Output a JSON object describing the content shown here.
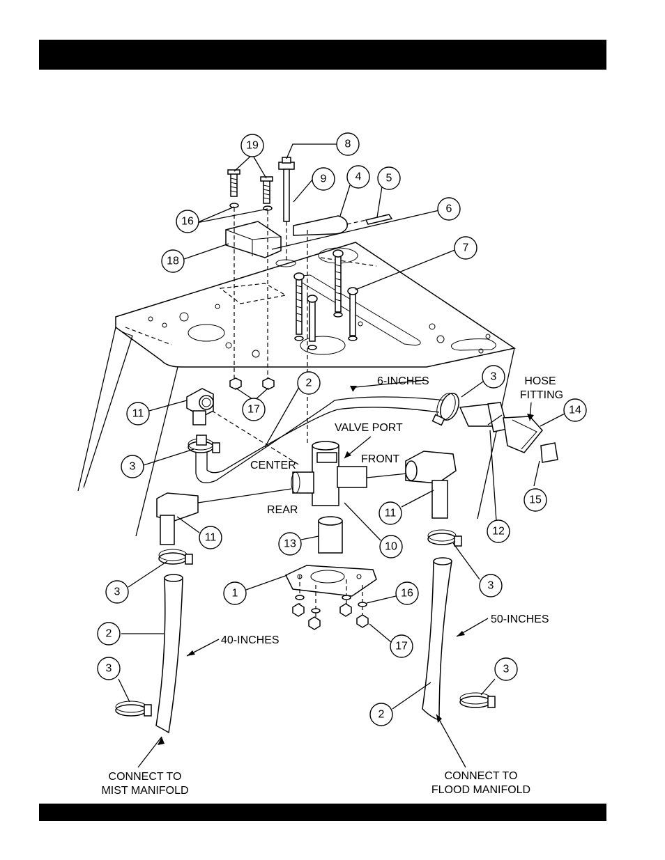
{
  "header": {
    "title": ""
  },
  "footer": {
    "text": ""
  },
  "labels": {
    "six_inches": "6-INCHES",
    "hose_fitting_1": "HOSE",
    "hose_fitting_2": "FITTING",
    "valve_port": "VALVE PORT",
    "center": "CENTER",
    "front": "FRONT",
    "rear": "REAR",
    "forty_inches": "40-INCHES",
    "fifty_inches": "50-INCHES",
    "mist_1": "CONNECT TO",
    "mist_2": "MIST MANIFOLD",
    "flood_1": "CONNECT TO",
    "flood_2": "FLOOD MANIFOLD"
  },
  "callouts": {
    "c19": "19",
    "c8": "8",
    "c9": "9",
    "c4": "4",
    "c5": "5",
    "c6": "6",
    "c16a": "16",
    "c18": "18",
    "c7": "7",
    "c2a": "2",
    "c3a": "3",
    "c11a": "11",
    "c17a": "17",
    "c14": "14",
    "c3b": "3",
    "c15": "15",
    "c11b": "11",
    "c11c": "11",
    "c12": "12",
    "c13": "13",
    "c10": "10",
    "c3c": "3",
    "c3d": "3",
    "c1": "1",
    "c16b": "16",
    "c2b": "2",
    "c17b": "17",
    "c3e": "3",
    "c3f": "3",
    "c2c": "2"
  }
}
